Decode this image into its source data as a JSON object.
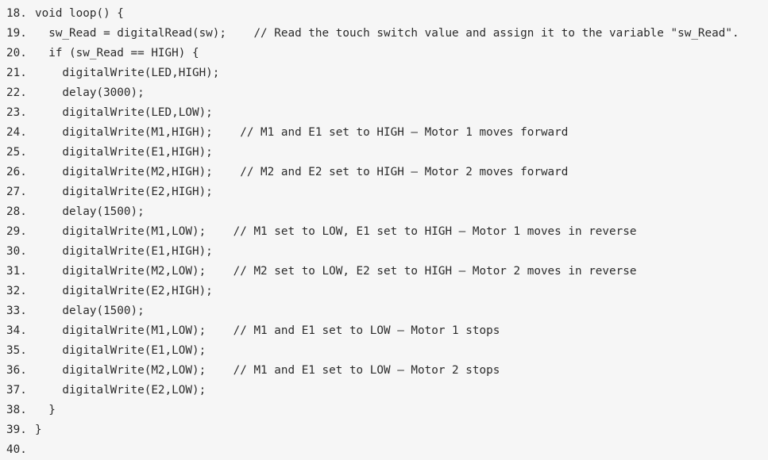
{
  "code": {
    "lines": [
      {
        "number": "18.",
        "text": "void loop() {"
      },
      {
        "number": "19.",
        "text": "  sw_Read = digitalRead(sw);    // Read the touch switch value and assign it to the variable \"sw_Read\"."
      },
      {
        "number": "20.",
        "text": "  if (sw_Read == HIGH) {"
      },
      {
        "number": "21.",
        "text": "    digitalWrite(LED,HIGH);"
      },
      {
        "number": "22.",
        "text": "    delay(3000);"
      },
      {
        "number": "23.",
        "text": "    digitalWrite(LED,LOW);"
      },
      {
        "number": "24.",
        "text": "    digitalWrite(M1,HIGH);    // M1 and E1 set to HIGH – Motor 1 moves forward"
      },
      {
        "number": "25.",
        "text": "    digitalWrite(E1,HIGH);"
      },
      {
        "number": "26.",
        "text": "    digitalWrite(M2,HIGH);    // M2 and E2 set to HIGH – Motor 2 moves forward"
      },
      {
        "number": "27.",
        "text": "    digitalWrite(E2,HIGH);"
      },
      {
        "number": "28.",
        "text": "    delay(1500);"
      },
      {
        "number": "29.",
        "text": "    digitalWrite(M1,LOW);    // M1 set to LOW, E1 set to HIGH – Motor 1 moves in reverse"
      },
      {
        "number": "30.",
        "text": "    digitalWrite(E1,HIGH);"
      },
      {
        "number": "31.",
        "text": "    digitalWrite(M2,LOW);    // M2 set to LOW, E2 set to HIGH – Motor 2 moves in reverse"
      },
      {
        "number": "32.",
        "text": "    digitalWrite(E2,HIGH);"
      },
      {
        "number": "33.",
        "text": "    delay(1500);"
      },
      {
        "number": "34.",
        "text": "    digitalWrite(M1,LOW);    // M1 and E1 set to LOW – Motor 1 stops"
      },
      {
        "number": "35.",
        "text": "    digitalWrite(E1,LOW);"
      },
      {
        "number": "36.",
        "text": "    digitalWrite(M2,LOW);    // M1 and E1 set to LOW – Motor 2 stops"
      },
      {
        "number": "37.",
        "text": "    digitalWrite(E2,LOW);"
      },
      {
        "number": "38.",
        "text": "  }"
      },
      {
        "number": "39.",
        "text": "}"
      },
      {
        "number": "40.",
        "text": ""
      }
    ]
  },
  "colors": {
    "background": "#f6f6f6",
    "text": "#2b2b2b"
  }
}
